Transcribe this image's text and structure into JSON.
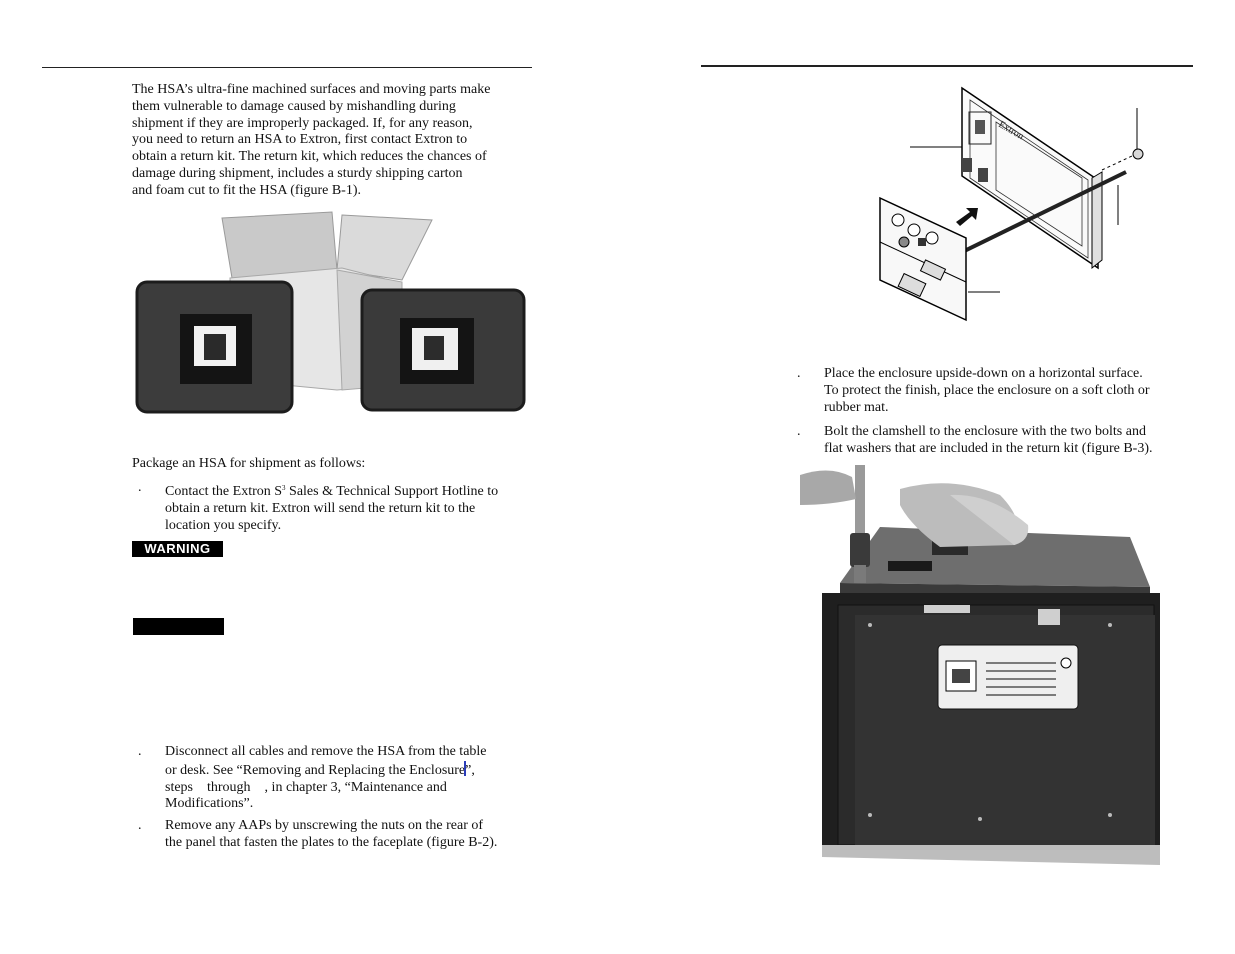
{
  "left_page": {
    "intro": [
      "The HSA’s ultra-fine machined surfaces and moving parts make",
      "them vulnerable to damage caused by mishandling during",
      "shipment if they are improperly packaged.  If, for any reason,",
      "you need to return an HSA to Extron, first contact Extron to",
      "obtain a return kit.  The return kit, which reduces the chances of",
      "damage during shipment, includes a sturdy shipping carton",
      "and foam cut to fit the HSA (figure B-1)."
    ],
    "package_intro": "Package an HSA for shipment as follows:",
    "step1": {
      "num": ".",
      "line1_a": "Contact the Extron S",
      "line1_sup": "3",
      "line1_b": " Sales & Technical Support Hotline to",
      "line2": "obtain a return kit.  Extron will send the return kit to the",
      "line3": "location you specify."
    },
    "warning_label": "WARNING",
    "step2": {
      "num": ".",
      "line1": "Disconnect all cables and remove the HSA from the table",
      "line2_a": "or desk.  See “Removing and Replacing the Enclosure",
      "line2_b": "”,",
      "line3": "steps    through    , in chapter 3, “Maintenance and",
      "line4": "Modifications”."
    },
    "step3": {
      "num": ".",
      "line1": "Remove any AAPs by unscrewing the nuts on the rear of",
      "line2": "the panel that fasten the plates to the faceplate (figure B-2)."
    }
  },
  "right_page": {
    "faceplate_brand": "Extron",
    "step4": {
      "num": ".",
      "line1": "Place the enclosure upside-down on a horizontal surface.",
      "line2": "To protect the finish, place the enclosure on a soft cloth or",
      "line3": "rubber mat."
    },
    "step5": {
      "num": ".",
      "line1": "Bolt the clamshell to the enclosure with the two bolts and",
      "line2": "flat washers that are included in the return kit (figure B-3)."
    }
  }
}
